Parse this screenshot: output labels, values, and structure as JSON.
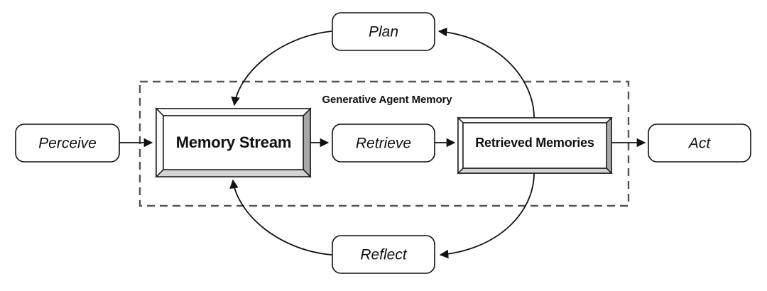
{
  "diagram": {
    "title": "Generative Agent Memory",
    "group": {
      "label": "Generative Agent Memory",
      "border_style": "dashed",
      "border_color": "#555555"
    },
    "nodes": [
      {
        "id": "perceive",
        "label": "Perceive",
        "style": "rounded-rect",
        "text_style": "italic"
      },
      {
        "id": "plan",
        "label": "Plan",
        "style": "rounded-rect",
        "text_style": "italic"
      },
      {
        "id": "reflect",
        "label": "Reflect",
        "style": "rounded-rect",
        "text_style": "italic"
      },
      {
        "id": "act",
        "label": "Act",
        "style": "rounded-rect",
        "text_style": "italic"
      },
      {
        "id": "retrieve",
        "label": "Retrieve",
        "style": "rounded-rect",
        "text_style": "italic"
      },
      {
        "id": "memory-stream",
        "label": "Memory Stream",
        "style": "beveled-frame",
        "text_style": "bold"
      },
      {
        "id": "retrieved-memories",
        "label": "Retrieved Memories",
        "style": "beveled-frame",
        "text_style": "bold"
      }
    ],
    "edges": [
      {
        "from": "perceive",
        "to": "memory-stream",
        "shape": "straight"
      },
      {
        "from": "memory-stream",
        "to": "retrieve",
        "shape": "straight"
      },
      {
        "from": "retrieve",
        "to": "retrieved-memories",
        "shape": "straight"
      },
      {
        "from": "retrieved-memories",
        "to": "act",
        "shape": "straight"
      },
      {
        "from": "retrieved-memories",
        "to": "plan",
        "shape": "curve"
      },
      {
        "from": "plan",
        "to": "memory-stream",
        "shape": "curve"
      },
      {
        "from": "retrieved-memories",
        "to": "reflect",
        "shape": "curve"
      },
      {
        "from": "reflect",
        "to": "memory-stream",
        "shape": "curve"
      }
    ],
    "colors": {
      "stroke": "#111111",
      "group_border": "#555555",
      "frame_light": "#fbfbfb",
      "frame_mid": "#d4d4d4",
      "frame_dark": "#a8a8a8",
      "background": "#ffffff"
    }
  }
}
